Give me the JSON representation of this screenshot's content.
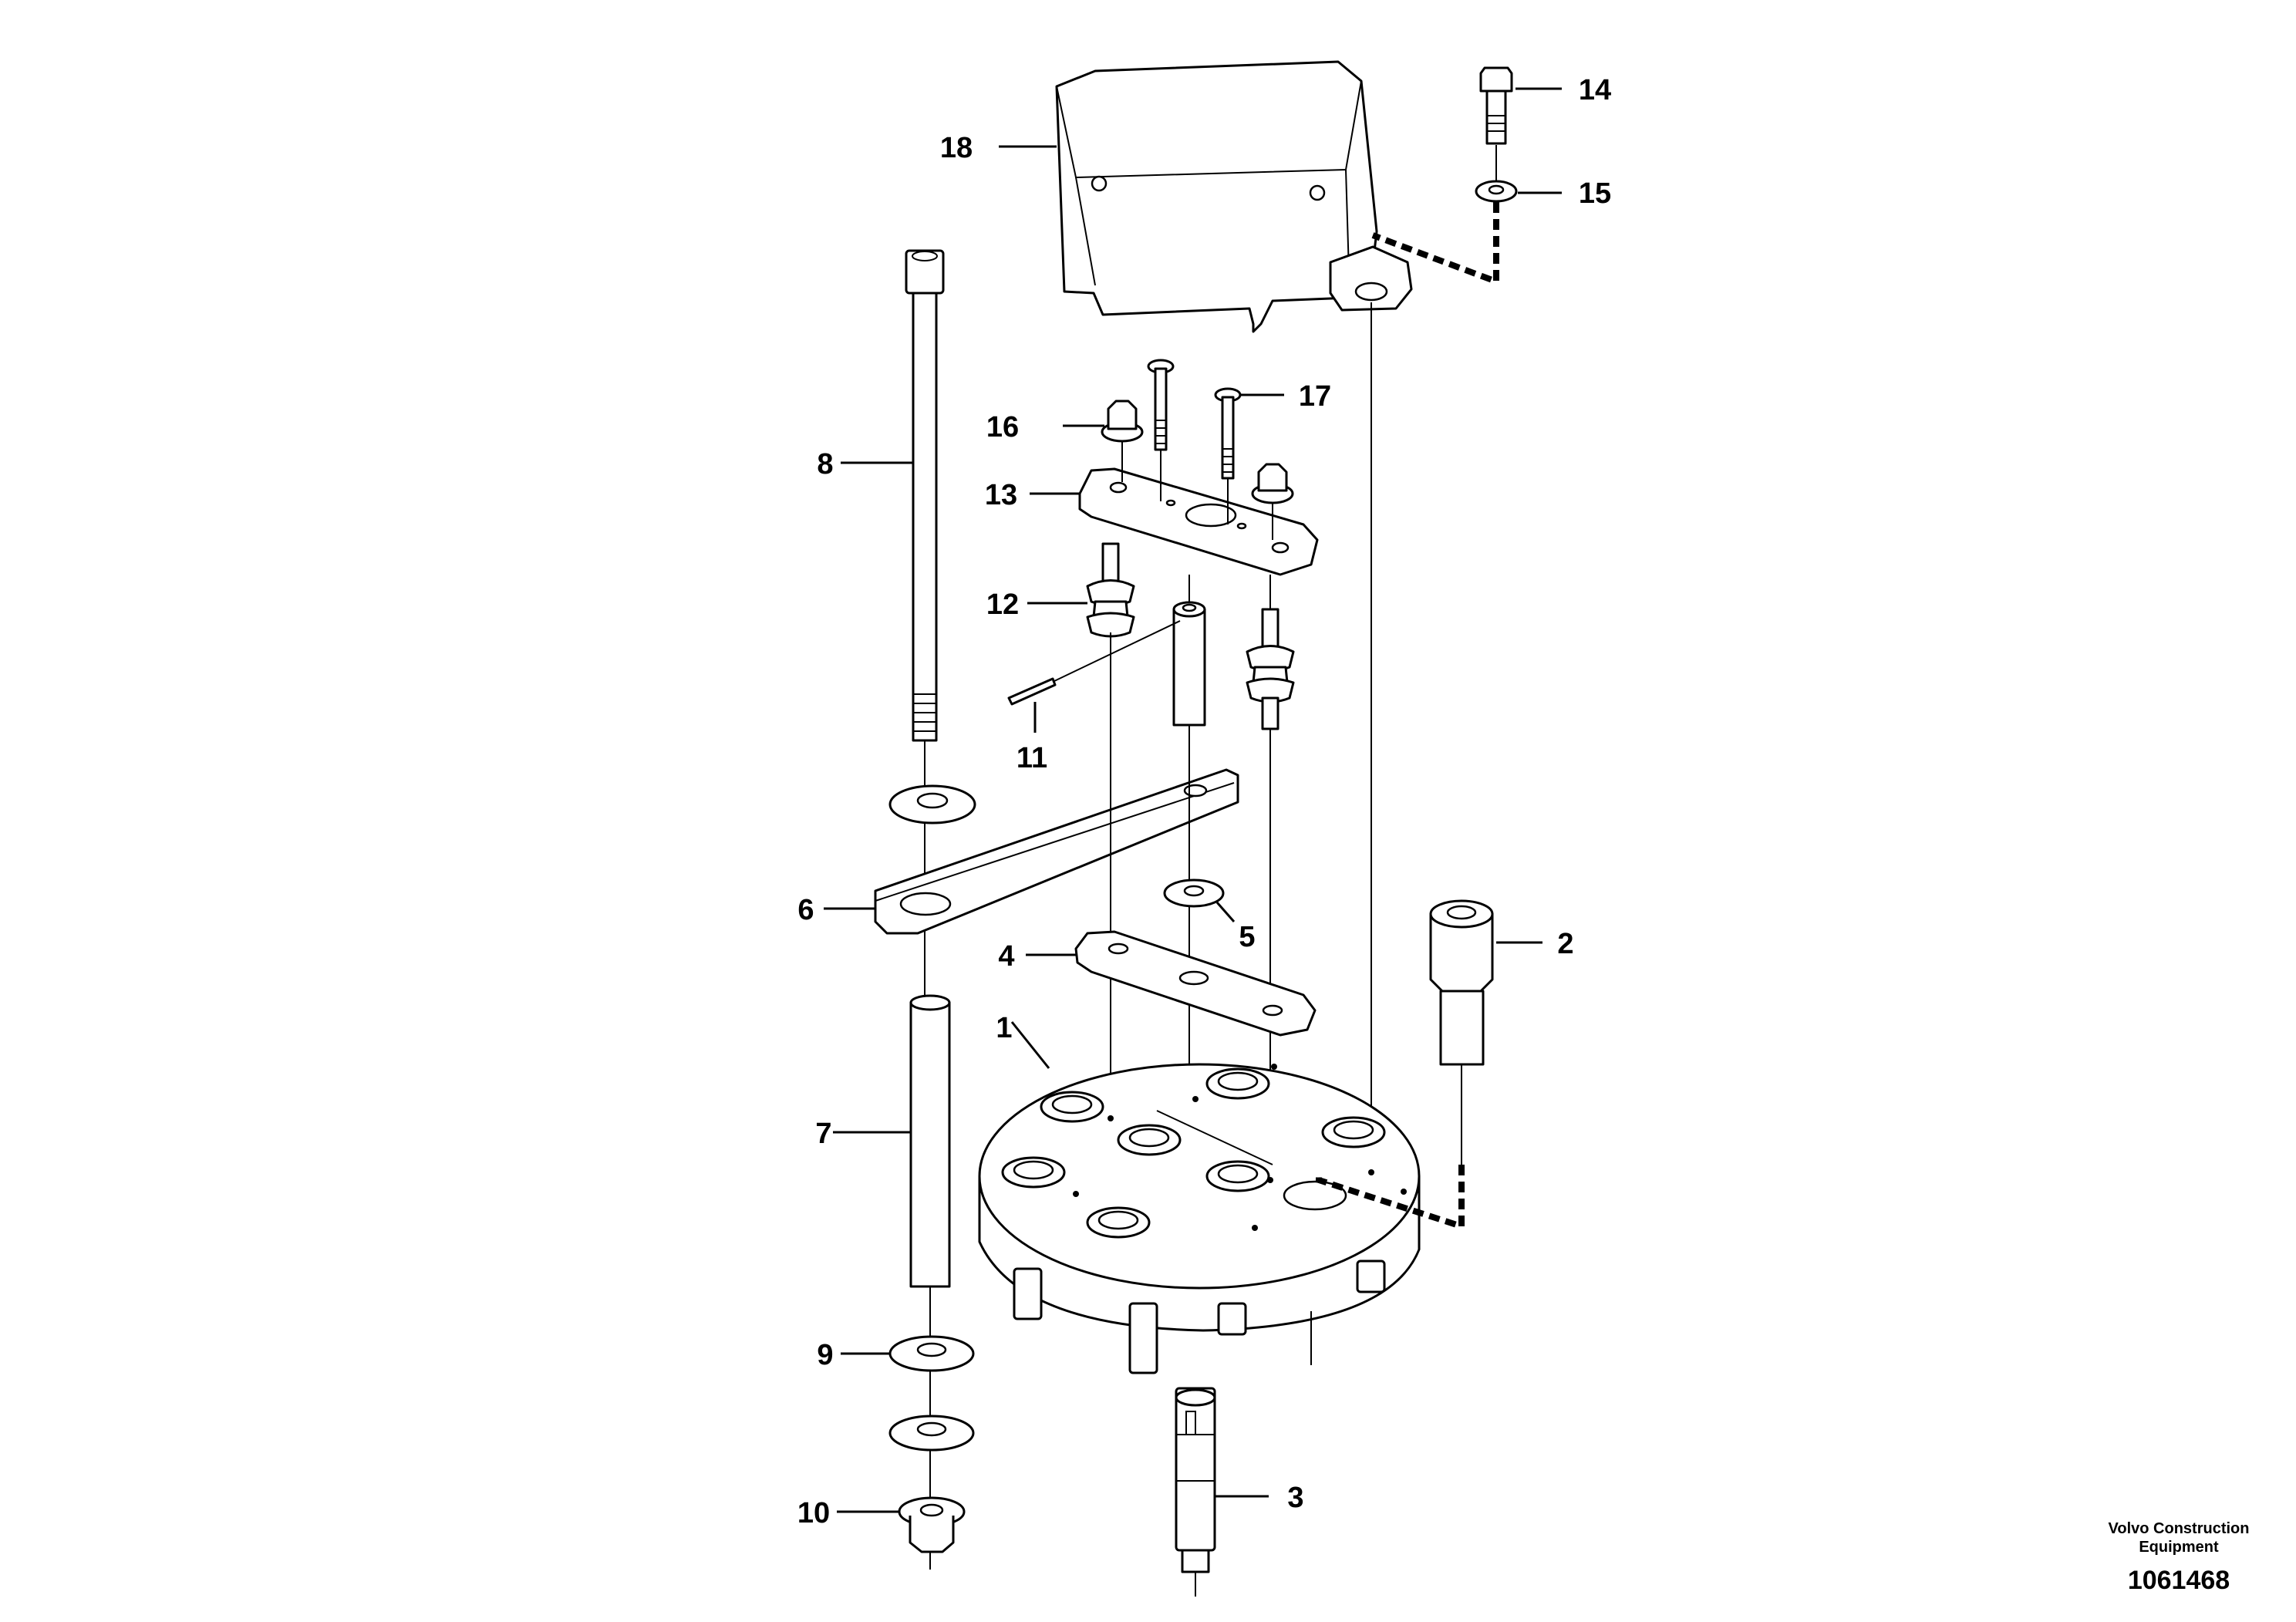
{
  "diagram": {
    "labels": [
      "1",
      "2",
      "3",
      "4",
      "5",
      "6",
      "7",
      "8",
      "9",
      "10",
      "11",
      "12",
      "13",
      "14",
      "15",
      "16",
      "17",
      "18"
    ],
    "credit_line1": "Volvo Construction",
    "credit_line2": "Equipment",
    "drawing_number": "1061468"
  }
}
